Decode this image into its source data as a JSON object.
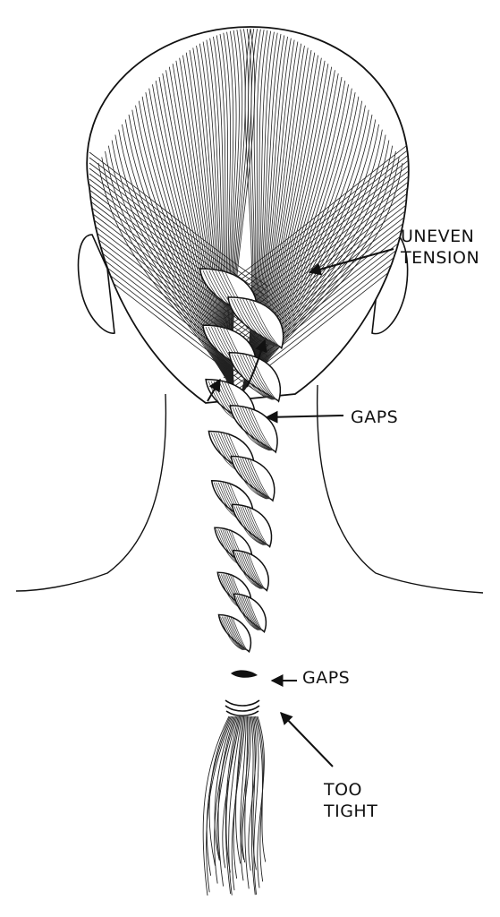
{
  "labels": {
    "uneven_tension": [
      "UNEVEN",
      "TENSION"
    ],
    "gaps_upper": "GAPS",
    "gaps_lower": "GAPS",
    "too_tight": [
      "TOO",
      "TIGHT"
    ]
  },
  "colors": {
    "ink": "#111111",
    "background": "#ffffff"
  }
}
